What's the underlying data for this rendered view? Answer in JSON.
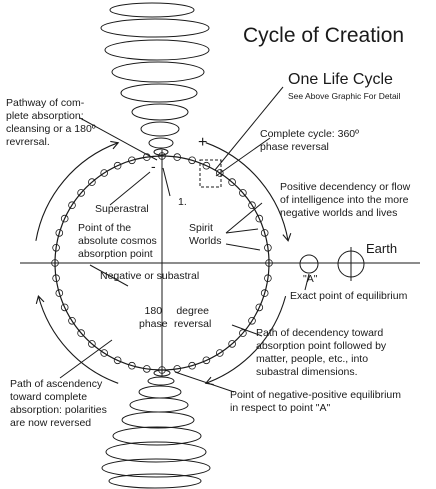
{
  "title": "Cycle of Creation",
  "life_cycle": {
    "heading": "One Life Cycle",
    "note": "See Above Graphic For Detail"
  },
  "labels": {
    "pathway_absorption": "Pathway of com-\nplete absorption;\ncleansing or a 180º\nrevrersal.",
    "complete_cycle": "Complete cycle: 360º\nphase reversal",
    "positive_decendency": "Positive decendency or flow\nof intelligence into the more\nnegative worlds and lives",
    "superastral": "Superastral",
    "absolute_point": "Point of the\nabsolute cosmos\nabsorption point",
    "spirit_worlds": "Spirit\nWorlds",
    "earth": "Earth",
    "negative_subastral": "Negative or  subastral",
    "phase_180": "180\nphase",
    "degree_reversal": "degree\nreversal",
    "point_a": "\"A\"",
    "equilibrium": "Exact point of equilibrium",
    "path_decendency": "Path of decendency toward\nabsorption point followed by\nmatter, people, etc., into\nsubastral dimensions.",
    "path_ascendency": "Path of ascendency\ntoward complete\nabsorption: polarities\nare now reversed",
    "negative_positive": "Point of negative-positive equilibrium\nin respect to point \"A\"",
    "plus": "+",
    "minus": "-",
    "one": "1."
  },
  "colors": {
    "ink": "#1a1a1a",
    "background": "#ffffff"
  }
}
